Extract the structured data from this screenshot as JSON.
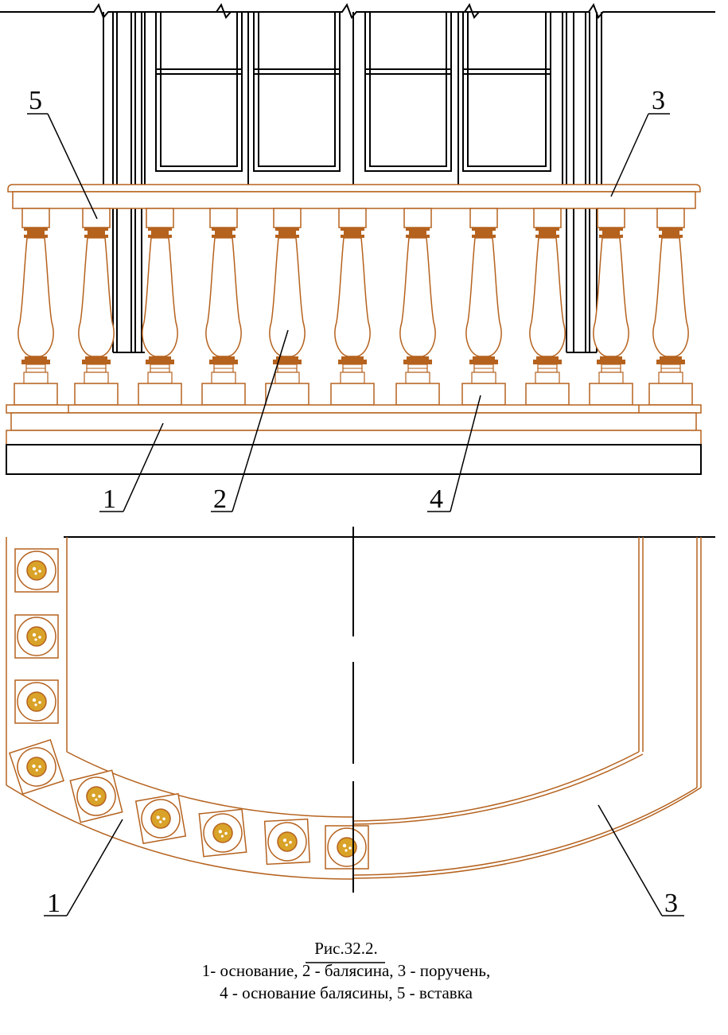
{
  "callouts": {
    "elevation": {
      "c1": "1",
      "c2": "2",
      "c3": "3",
      "c4": "4",
      "c5": "5"
    },
    "plan": {
      "c1": "1",
      "c3": "3"
    }
  },
  "caption": {
    "title": "Рис.32.2.",
    "line1": "1- основание, 2 - балясина, 3 - поручень,",
    "line2": "4 - основание балясины, 5 - вставка"
  },
  "colors": {
    "outline": "#000000",
    "railing": "#b5621e",
    "accent": "#b5621e",
    "spot": "#d9a228"
  },
  "balusters_count": 11,
  "plan_posts_count": 9
}
